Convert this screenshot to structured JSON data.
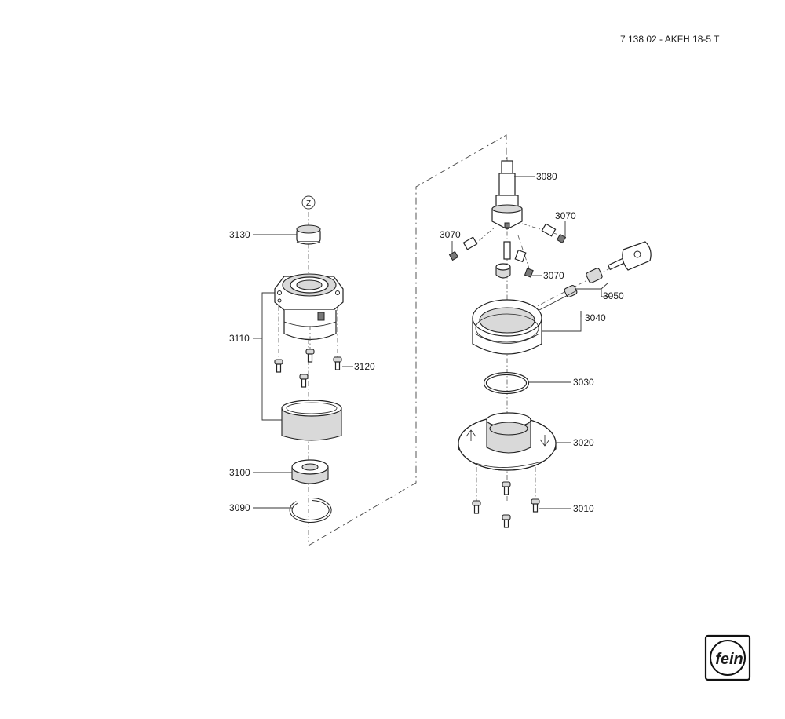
{
  "document": {
    "code": "7 138 02 - AKFH 18-5 T"
  },
  "zone_marker": "Z",
  "parts": {
    "p3130": "3130",
    "p3110": "3110",
    "p3120": "3120",
    "p3100": "3100",
    "p3090": "3090",
    "p3080": "3080",
    "p3070": "3070",
    "p3050": "3050",
    "p3040": "3040",
    "p3030": "3030",
    "p3020": "3020",
    "p3010": "3010"
  },
  "logo": {
    "brand": "fein"
  }
}
